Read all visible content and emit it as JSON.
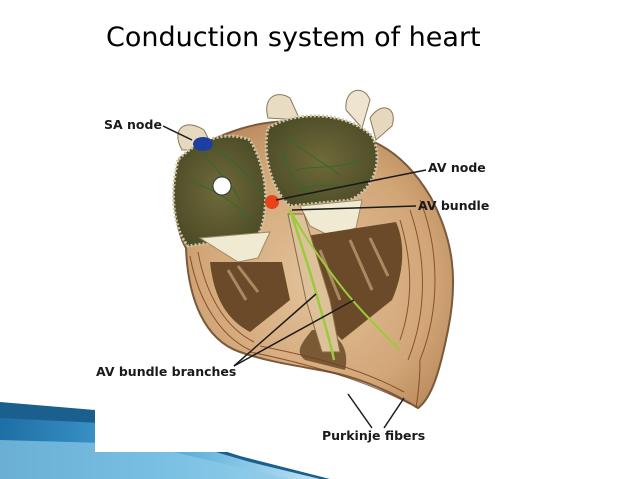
{
  "slide": {
    "title": "Conduction system of heart"
  },
  "diagram": {
    "labels": {
      "sa_node": "SA node",
      "av_node": "AV node",
      "av_bundle": "AV bundle",
      "av_bundle_branches": "AV bundle branches",
      "purkinje_fibers": "Purkinje fibers"
    }
  },
  "colors": {
    "accent_blue": "#2f86b8",
    "heart_muscle": "#d9b48a",
    "sa_node": "#1f3fa0",
    "av_node": "#e8441c",
    "nerve_green": "#2e6b2a"
  }
}
